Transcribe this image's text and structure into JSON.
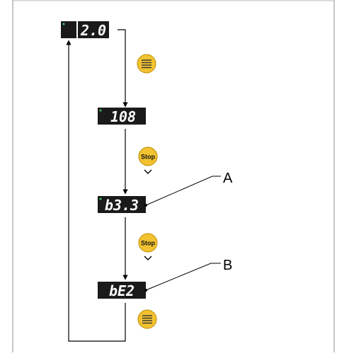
{
  "diagram": {
    "displays": [
      {
        "id": "d1",
        "text": "2.0"
      },
      {
        "id": "d2",
        "text": "108"
      },
      {
        "id": "d3",
        "text": "b3.3"
      },
      {
        "id": "d4",
        "text": "bE2"
      }
    ],
    "buttons": [
      {
        "id": "btn1",
        "icon": "menu-lines-icon",
        "label": ""
      },
      {
        "id": "btn2",
        "icon": "stop-icon",
        "label": "Stop"
      },
      {
        "id": "btn3",
        "icon": "stop-icon",
        "label": "Stop"
      },
      {
        "id": "btn4",
        "icon": "menu-lines-icon",
        "label": ""
      }
    ],
    "callouts": {
      "a": "A",
      "b": "B"
    }
  },
  "colors": {
    "display_bg": "#1a1a1a",
    "segment": "#ffffff",
    "button_fill": "#f2c230",
    "button_stroke": "#c08a00",
    "line": "#000000",
    "led": "#3cc66a"
  }
}
